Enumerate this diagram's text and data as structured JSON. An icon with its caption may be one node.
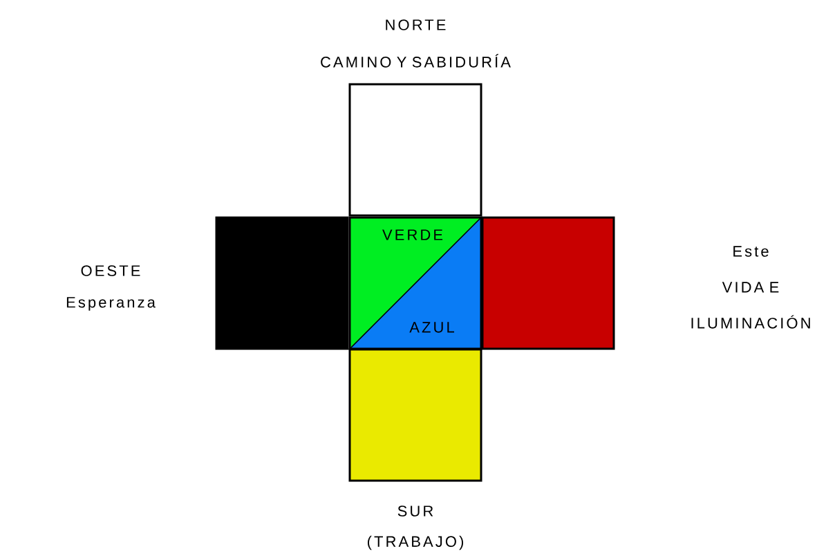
{
  "diagram": {
    "nodes": [
      {
        "text": [],
        "shape": "box",
        "beside": [
          "NORTE",
          "CAMINO Y SABIDURÍA"
        ]
      },
      {
        "text": [],
        "shape": "box",
        "beside": [
          "OESTE",
          "Esperanza"
        ]
      },
      {
        "text": [
          "VERDE",
          "AZUL"
        ]
      },
      {
        "text": [],
        "shape": "box",
        "beside": [
          "Este",
          "VIDA E ILUMINACIÓN"
        ]
      },
      {
        "text": [],
        "shape": "box",
        "beside": [
          "SUR",
          "(TRABAJO)"
        ]
      }
    ],
    "edges": []
  }
}
